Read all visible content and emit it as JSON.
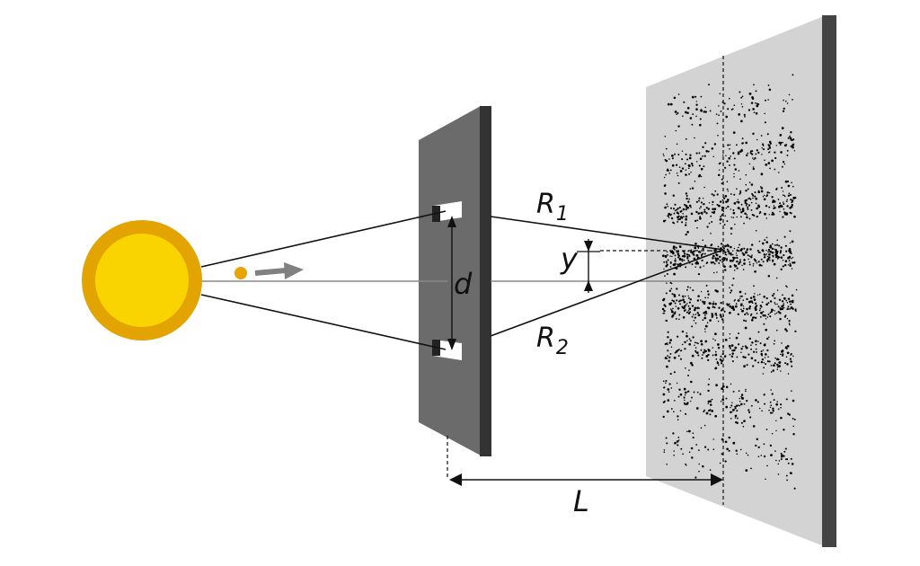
{
  "labels": {
    "r1_main": "R",
    "r1_sub": "1",
    "r2_main": "R",
    "r2_sub": "2",
    "slit_separation": "d",
    "fringe_offset": "y",
    "screen_distance": "L"
  },
  "colors": {
    "source_outer": "#E3A300",
    "source_inner": "#F9D400",
    "particle": "#E8A400",
    "arrow": "#808080",
    "barrier_face": "#6b6b6b",
    "barrier_edge": "#333333",
    "screen_face": "#d3d3d3",
    "screen_edge": "#444444",
    "dots": "#000000",
    "lines": "#111111"
  }
}
